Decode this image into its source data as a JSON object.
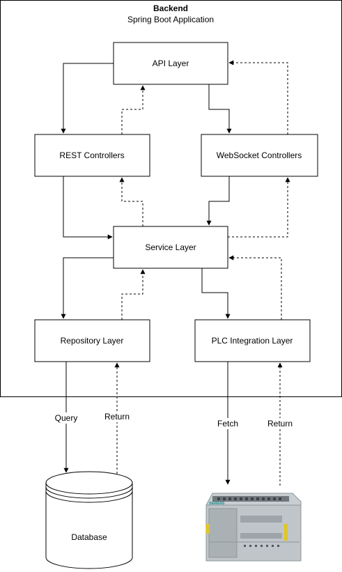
{
  "container": {
    "title": "Backend",
    "subtitle": "Spring Boot Application"
  },
  "nodes": {
    "api_layer": "API Layer",
    "rest_controllers": "REST Controllers",
    "websocket_controllers": "WebSocket Controllers",
    "service_layer": "Service Layer",
    "repository_layer": "Repository Layer",
    "plc_integration_layer": "PLC Integration Layer",
    "database": "Database"
  },
  "edges": {
    "query": "Query",
    "return_db": "Return",
    "fetch": "Fetch",
    "return_plc": "Return"
  },
  "plc": {
    "brand": "SIEMENS"
  }
}
